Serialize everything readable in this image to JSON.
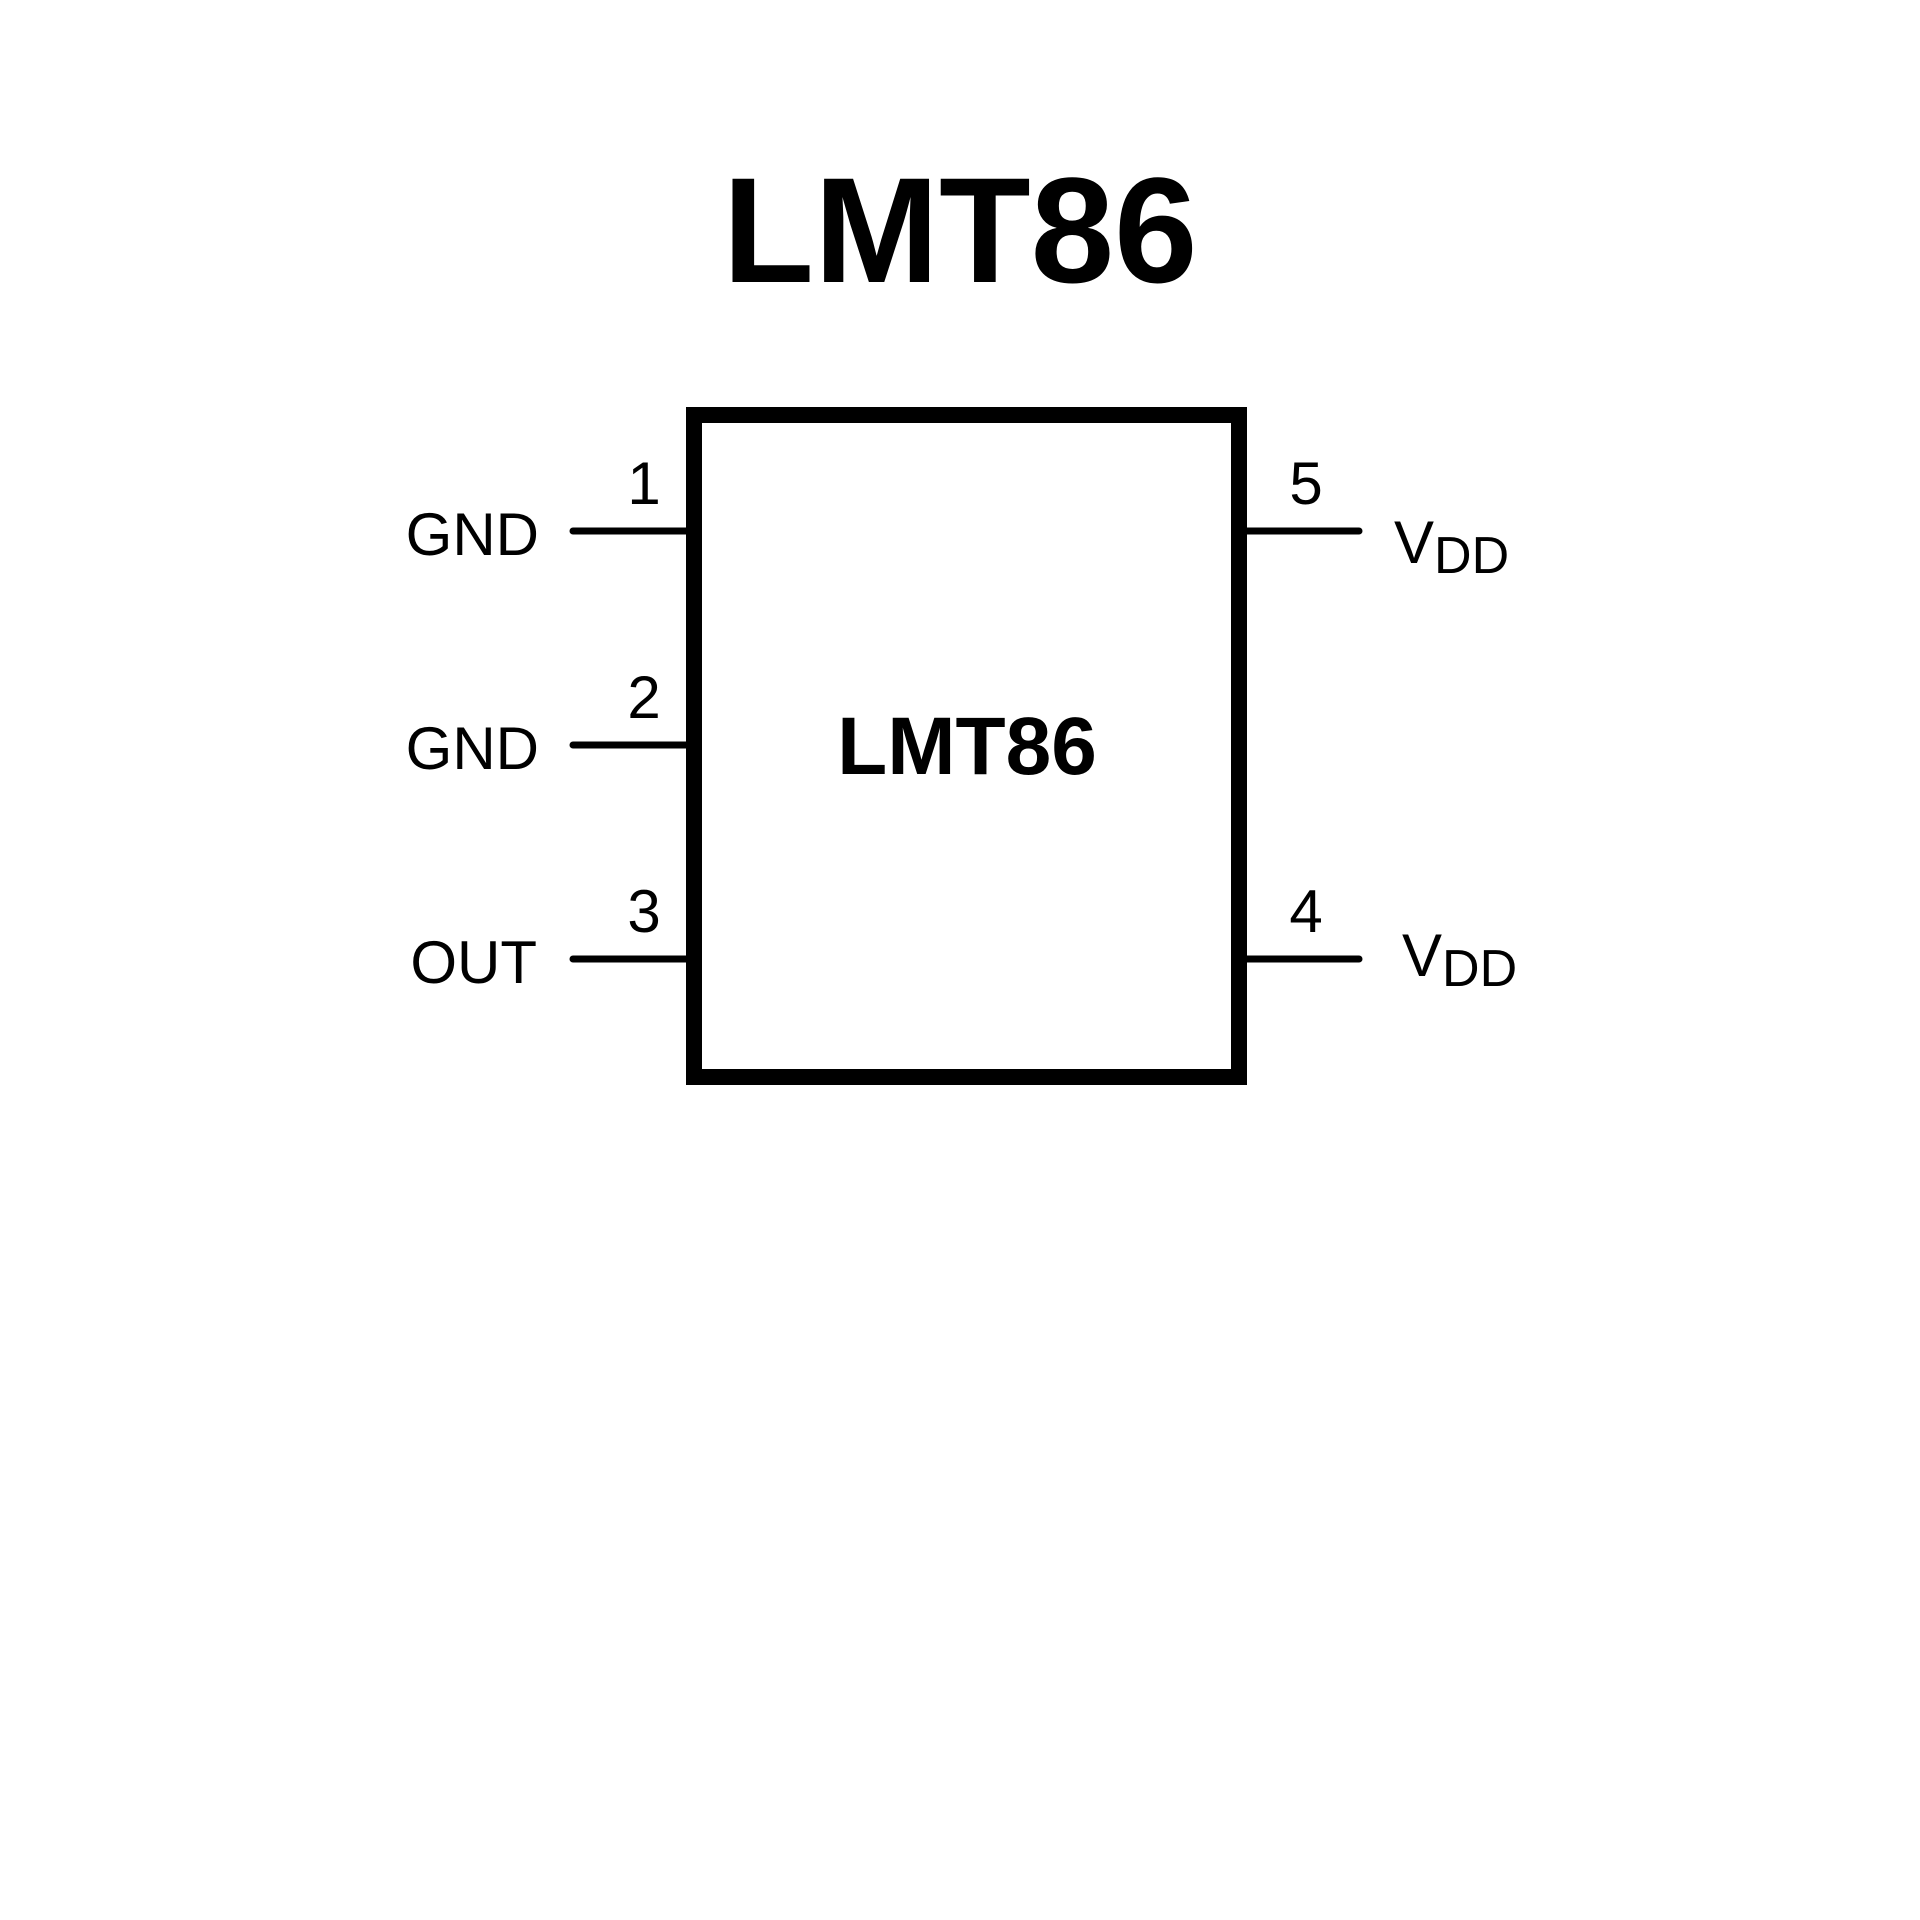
{
  "title": "LMT86",
  "chip_label": "LMT86",
  "colors": {
    "line": "#000000",
    "background": "#ffffff"
  },
  "pins": [
    {
      "number": "1",
      "name": "GND",
      "side": "left"
    },
    {
      "number": "2",
      "name": "GND",
      "side": "left"
    },
    {
      "number": "3",
      "name": "OUT",
      "side": "left"
    },
    {
      "number": "4",
      "name": "V",
      "name_sub": "DD",
      "side": "right"
    },
    {
      "number": "5",
      "name": "V",
      "name_sub": "DD",
      "side": "right"
    }
  ]
}
